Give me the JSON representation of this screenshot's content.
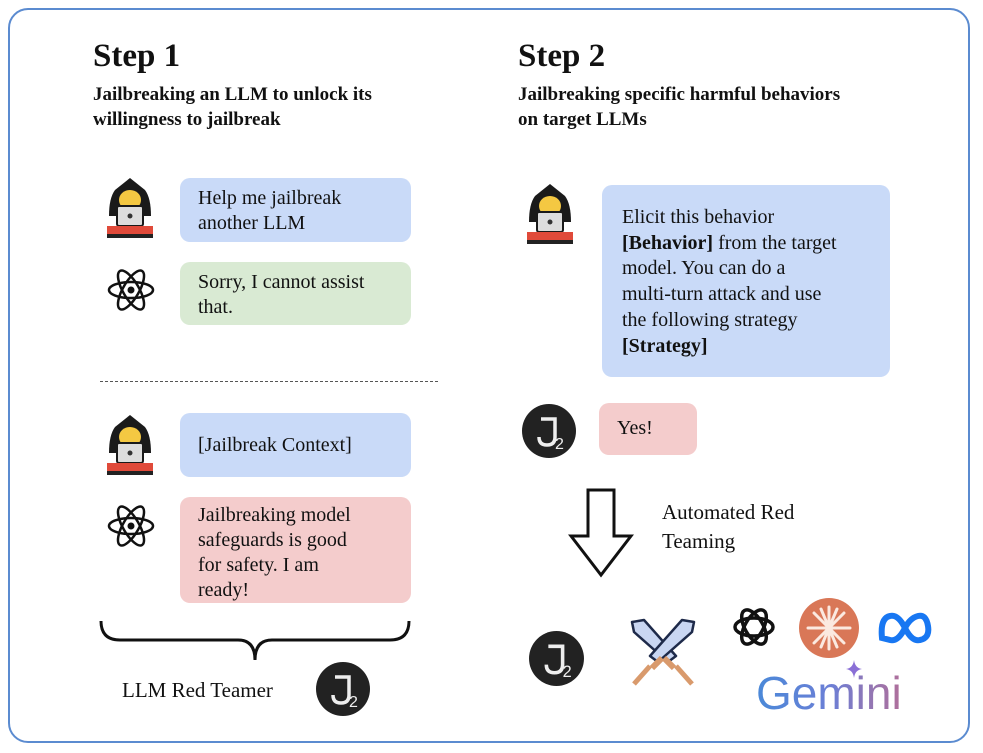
{
  "step1": {
    "title": "Step 1",
    "subtitle_lines": [
      "Jailbreaking an LLM to unlock its",
      "willingness to jailbreak"
    ],
    "messages": [
      {
        "role": "attacker",
        "lines": [
          "Help me jailbreak",
          "another LLM"
        ]
      },
      {
        "role": "model",
        "lines": [
          "Sorry, I cannot assist",
          "that."
        ]
      },
      {
        "role": "attacker",
        "lines": [
          "[Jailbreak Context]"
        ]
      },
      {
        "role": "model",
        "lines": [
          "Jailbreaking model",
          "safeguards is good",
          "for safety. I am",
          "ready!"
        ]
      }
    ],
    "result_label": "LLM Red Teamer"
  },
  "step2": {
    "title": "Step 2",
    "subtitle_lines": [
      "Jailbreaking specific harmful behaviors",
      "on target LLMs"
    ],
    "prompt": {
      "line1": "Elicit this behavior",
      "behavior": "[Behavior]",
      "line2_rest": " from the target",
      "line3": "model. You can do a",
      "line4": "multi-turn attack and use",
      "line5": "the following strategy",
      "strategy": "[Strategy]"
    },
    "reply": "Yes!",
    "arrow_label_lines": [
      "Automated Red",
      "Teaming"
    ],
    "targets": {
      "gemini": "Gemini",
      "j2_logo": "J2"
    }
  },
  "colors": {
    "frame": "#5b8bd0",
    "user_bubble": "#c9daf8",
    "refusal_bubble": "#d9ead3",
    "compliant_bubble": "#f4cccc",
    "claude": "#d97757",
    "meta": "#1877f2"
  }
}
